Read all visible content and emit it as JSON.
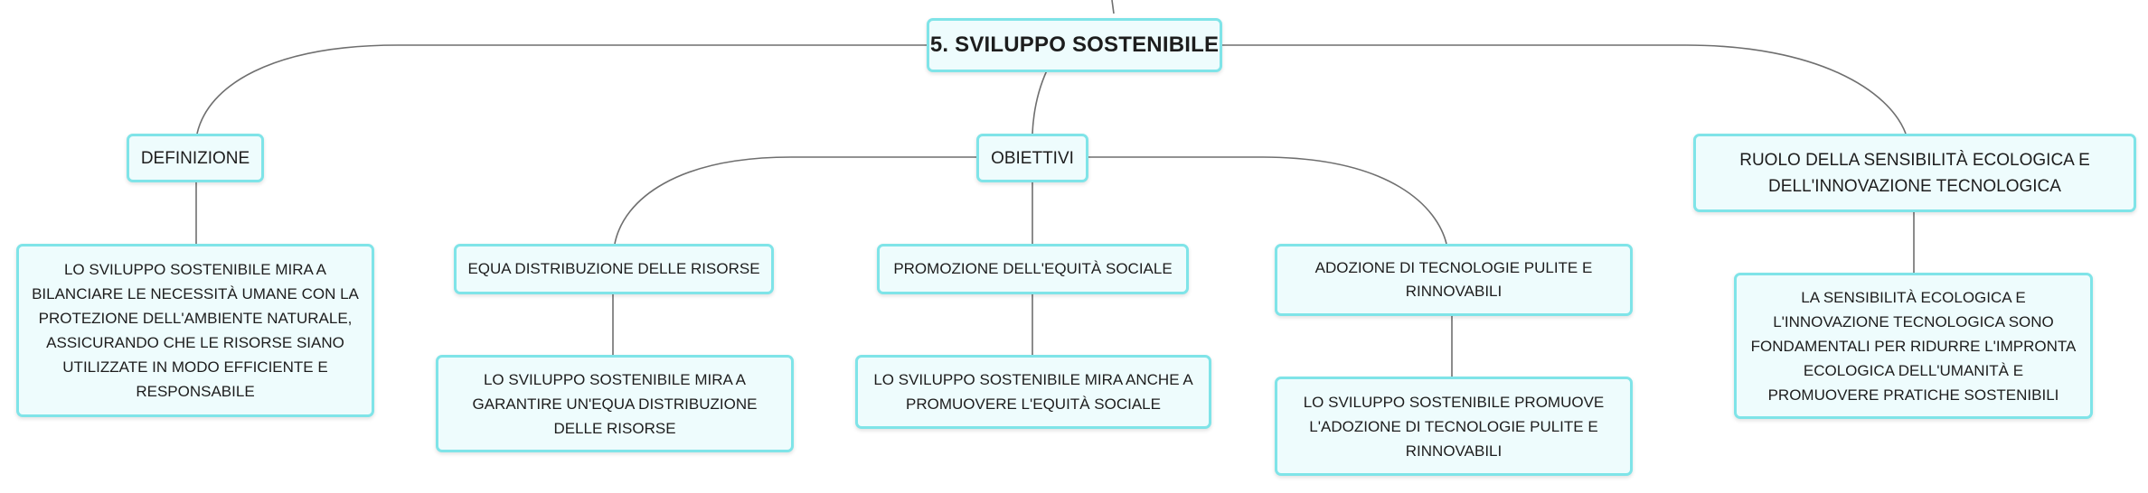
{
  "map": {
    "root": "5. SVILUPPO SOSTENIBILE",
    "definizione": {
      "label": "DEFINIZIONE",
      "detail": "LO SVILUPPO SOSTENIBILE MIRA A BILANCIARE LE NECESSITÀ UMANE CON LA PROTEZIONE DELL'AMBIENTE NATURALE, ASSICURANDO CHE LE RISORSE SIANO UTILIZZATE IN MODO EFFICIENTE E RESPONSABILE"
    },
    "obiettivi": {
      "label": "OBIETTIVI",
      "items": [
        {
          "label": "EQUA DISTRIBUZIONE DELLE RISORSE",
          "detail": "LO SVILUPPO SOSTENIBILE MIRA A GARANTIRE UN'EQUA DISTRIBUZIONE DELLE RISORSE"
        },
        {
          "label": "PROMOZIONE DELL'EQUITÀ SOCIALE",
          "detail": "LO SVILUPPO SOSTENIBILE MIRA ANCHE A PROMUOVERE L'EQUITÀ SOCIALE"
        },
        {
          "label": "ADOZIONE DI TECNOLOGIE PULITE E RINNOVABILI",
          "detail": "LO SVILUPPO SOSTENIBILE PROMUOVE L'ADOZIONE DI TECNOLOGIE PULITE E RINNOVABILI"
        }
      ]
    },
    "ruolo": {
      "label": "RUOLO DELLA SENSIBILITÀ ECOLOGICA E DELL'INNOVAZIONE TECNOLOGICA",
      "detail": "LA SENSIBILITÀ ECOLOGICA E L'INNOVAZIONE TECNOLOGICA SONO FONDAMENTALI PER RIDURRE L'IMPRONTA ECOLOGICA DELL'UMANITÀ E PROMUOVERE PRATICHE SOSTENIBILI"
    }
  },
  "style": {
    "node_border": "#7fe4e8",
    "node_fill": "#eefcfd",
    "connector": "#6f6f6f"
  }
}
